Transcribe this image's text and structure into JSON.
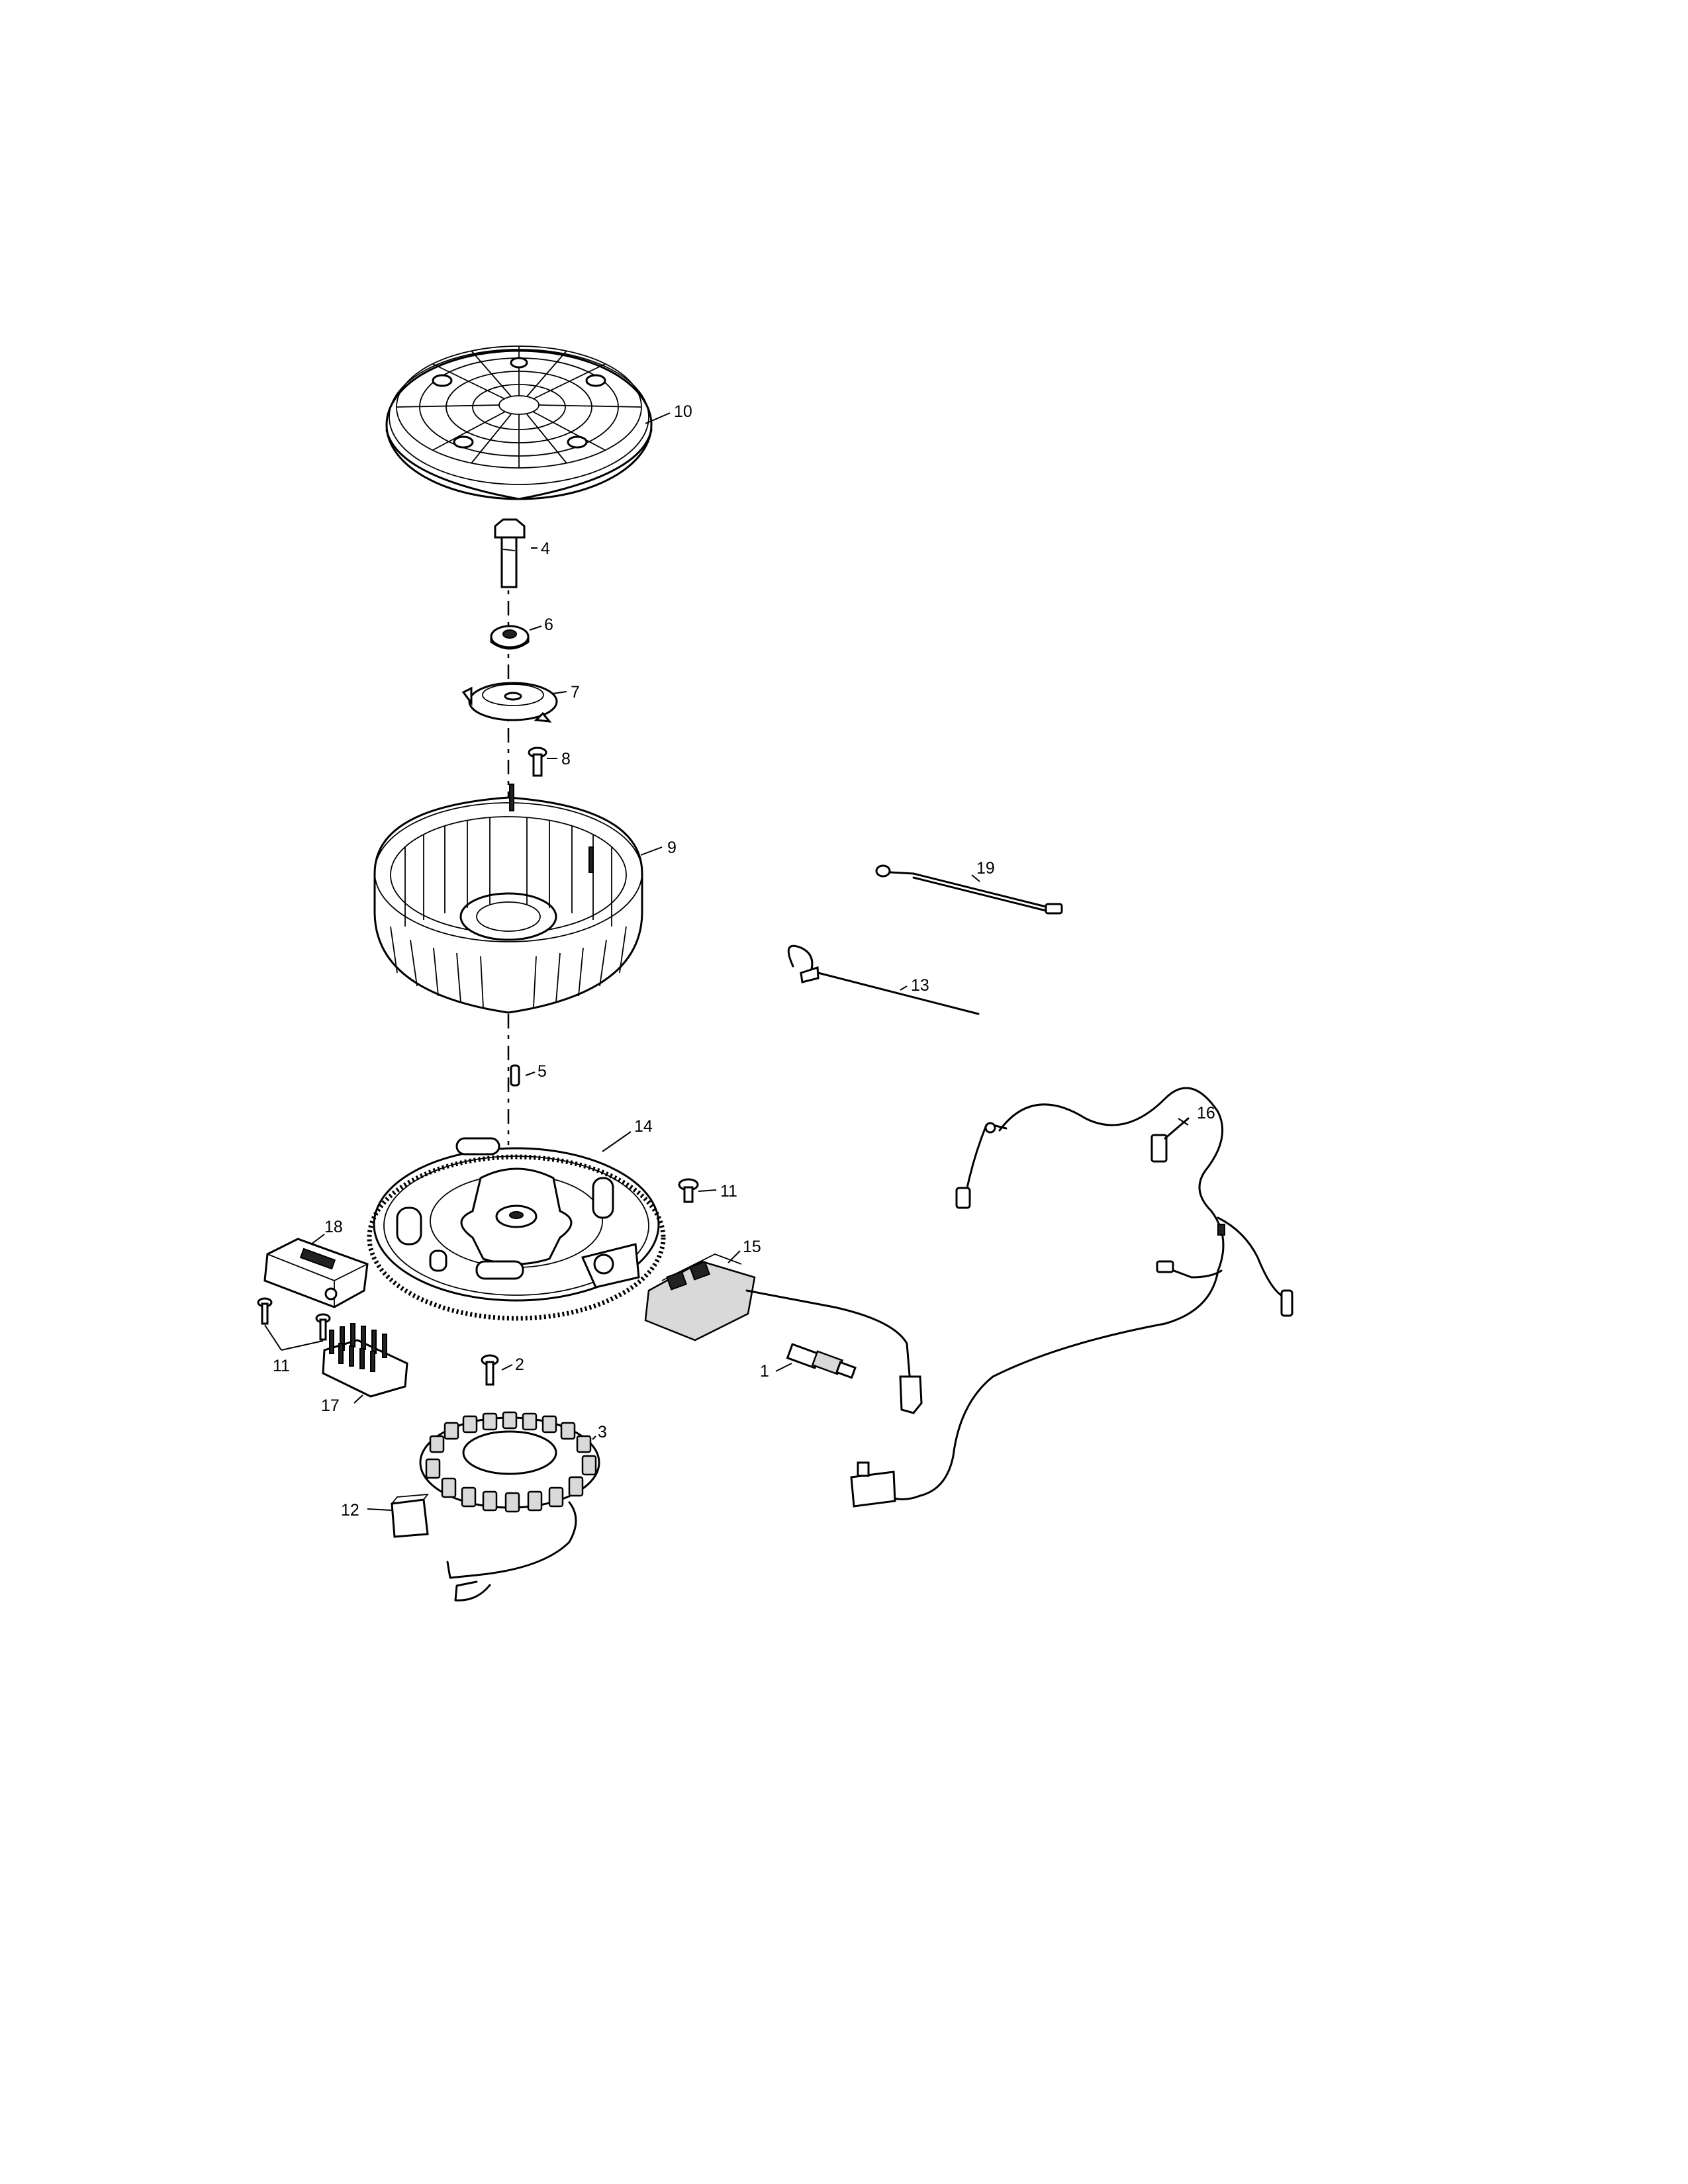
{
  "callouts": {
    "p1": "1",
    "p2": "2",
    "p3": "3",
    "p4": "4",
    "p5": "5",
    "p6": "6",
    "p7": "7",
    "p8": "8",
    "p9": "9",
    "p10": "10",
    "p11a": "11",
    "p11b": "11",
    "p12": "12",
    "p13": "13",
    "p14": "14",
    "p15": "15",
    "p16": "16",
    "p17": "17",
    "p18": "18",
    "p19": "19"
  }
}
